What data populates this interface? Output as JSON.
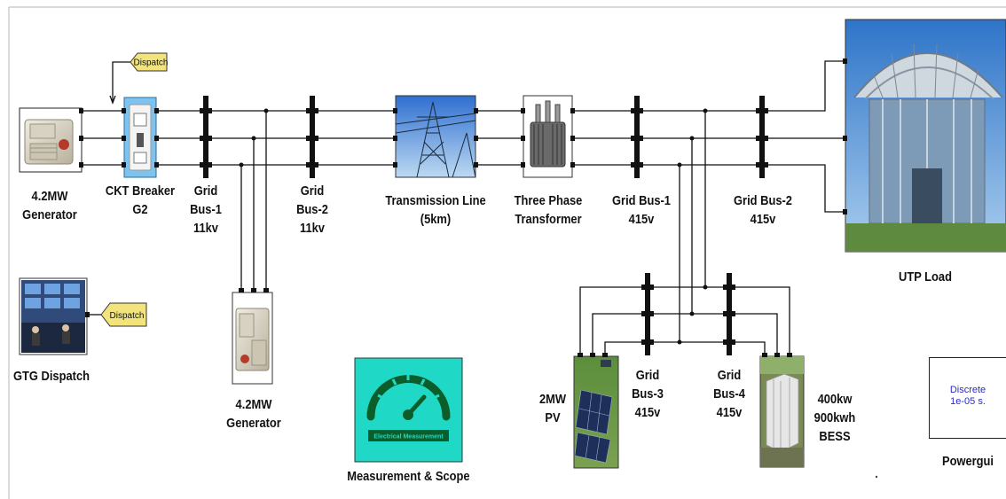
{
  "blocks": {
    "gen1": {
      "line1": "4.2MW",
      "line2": "Generator"
    },
    "breaker": {
      "line1": "CKT Breaker",
      "line2": "G2"
    },
    "bus1": {
      "line1": "Grid",
      "line2": "Bus-1",
      "line3": "11kv"
    },
    "bus2": {
      "line1": "Grid",
      "line2": "Bus-2",
      "line3": "11kv"
    },
    "tline": {
      "line1": "Transmission Line",
      "line2": "(5km)"
    },
    "xfmr": {
      "line1": "Three Phase",
      "line2": "Transformer"
    },
    "lvbus1": {
      "line1": "Grid Bus-1",
      "line2": "415v"
    },
    "lvbus2": {
      "line1": "Grid Bus-2",
      "line2": "415v"
    },
    "load": {
      "label": "UTP Load"
    },
    "gtg": {
      "label": "GTG Dispatch"
    },
    "gen2": {
      "line1": "4.2MW",
      "line2": "Generator"
    },
    "meas": {
      "label": "Measurement & Scope",
      "icon_text": "Electrical Measurement"
    },
    "pv": {
      "line1": "2MW",
      "line2": "PV"
    },
    "bus3": {
      "line1": "Grid",
      "line2": "Bus-3",
      "line3": "415v"
    },
    "bus4": {
      "line1": "Grid",
      "line2": "Bus-4",
      "line3": "415v"
    },
    "bess": {
      "line1": "400kw",
      "line2": "900kwh",
      "line3": "BESS"
    },
    "powergui": {
      "label": "Powergui",
      "line1": "Discrete",
      "line2": "1e-05 s."
    }
  },
  "tags": {
    "dispatch_top": "Dispatch",
    "dispatch_side": "Dispatch"
  },
  "colors": {
    "goto_tag": "#f2e37a",
    "measurement_bg": "#1fd8c6",
    "gauge": "#0b5e2a",
    "breaker_bg": "#7ec3ee",
    "wire": "#111111"
  }
}
